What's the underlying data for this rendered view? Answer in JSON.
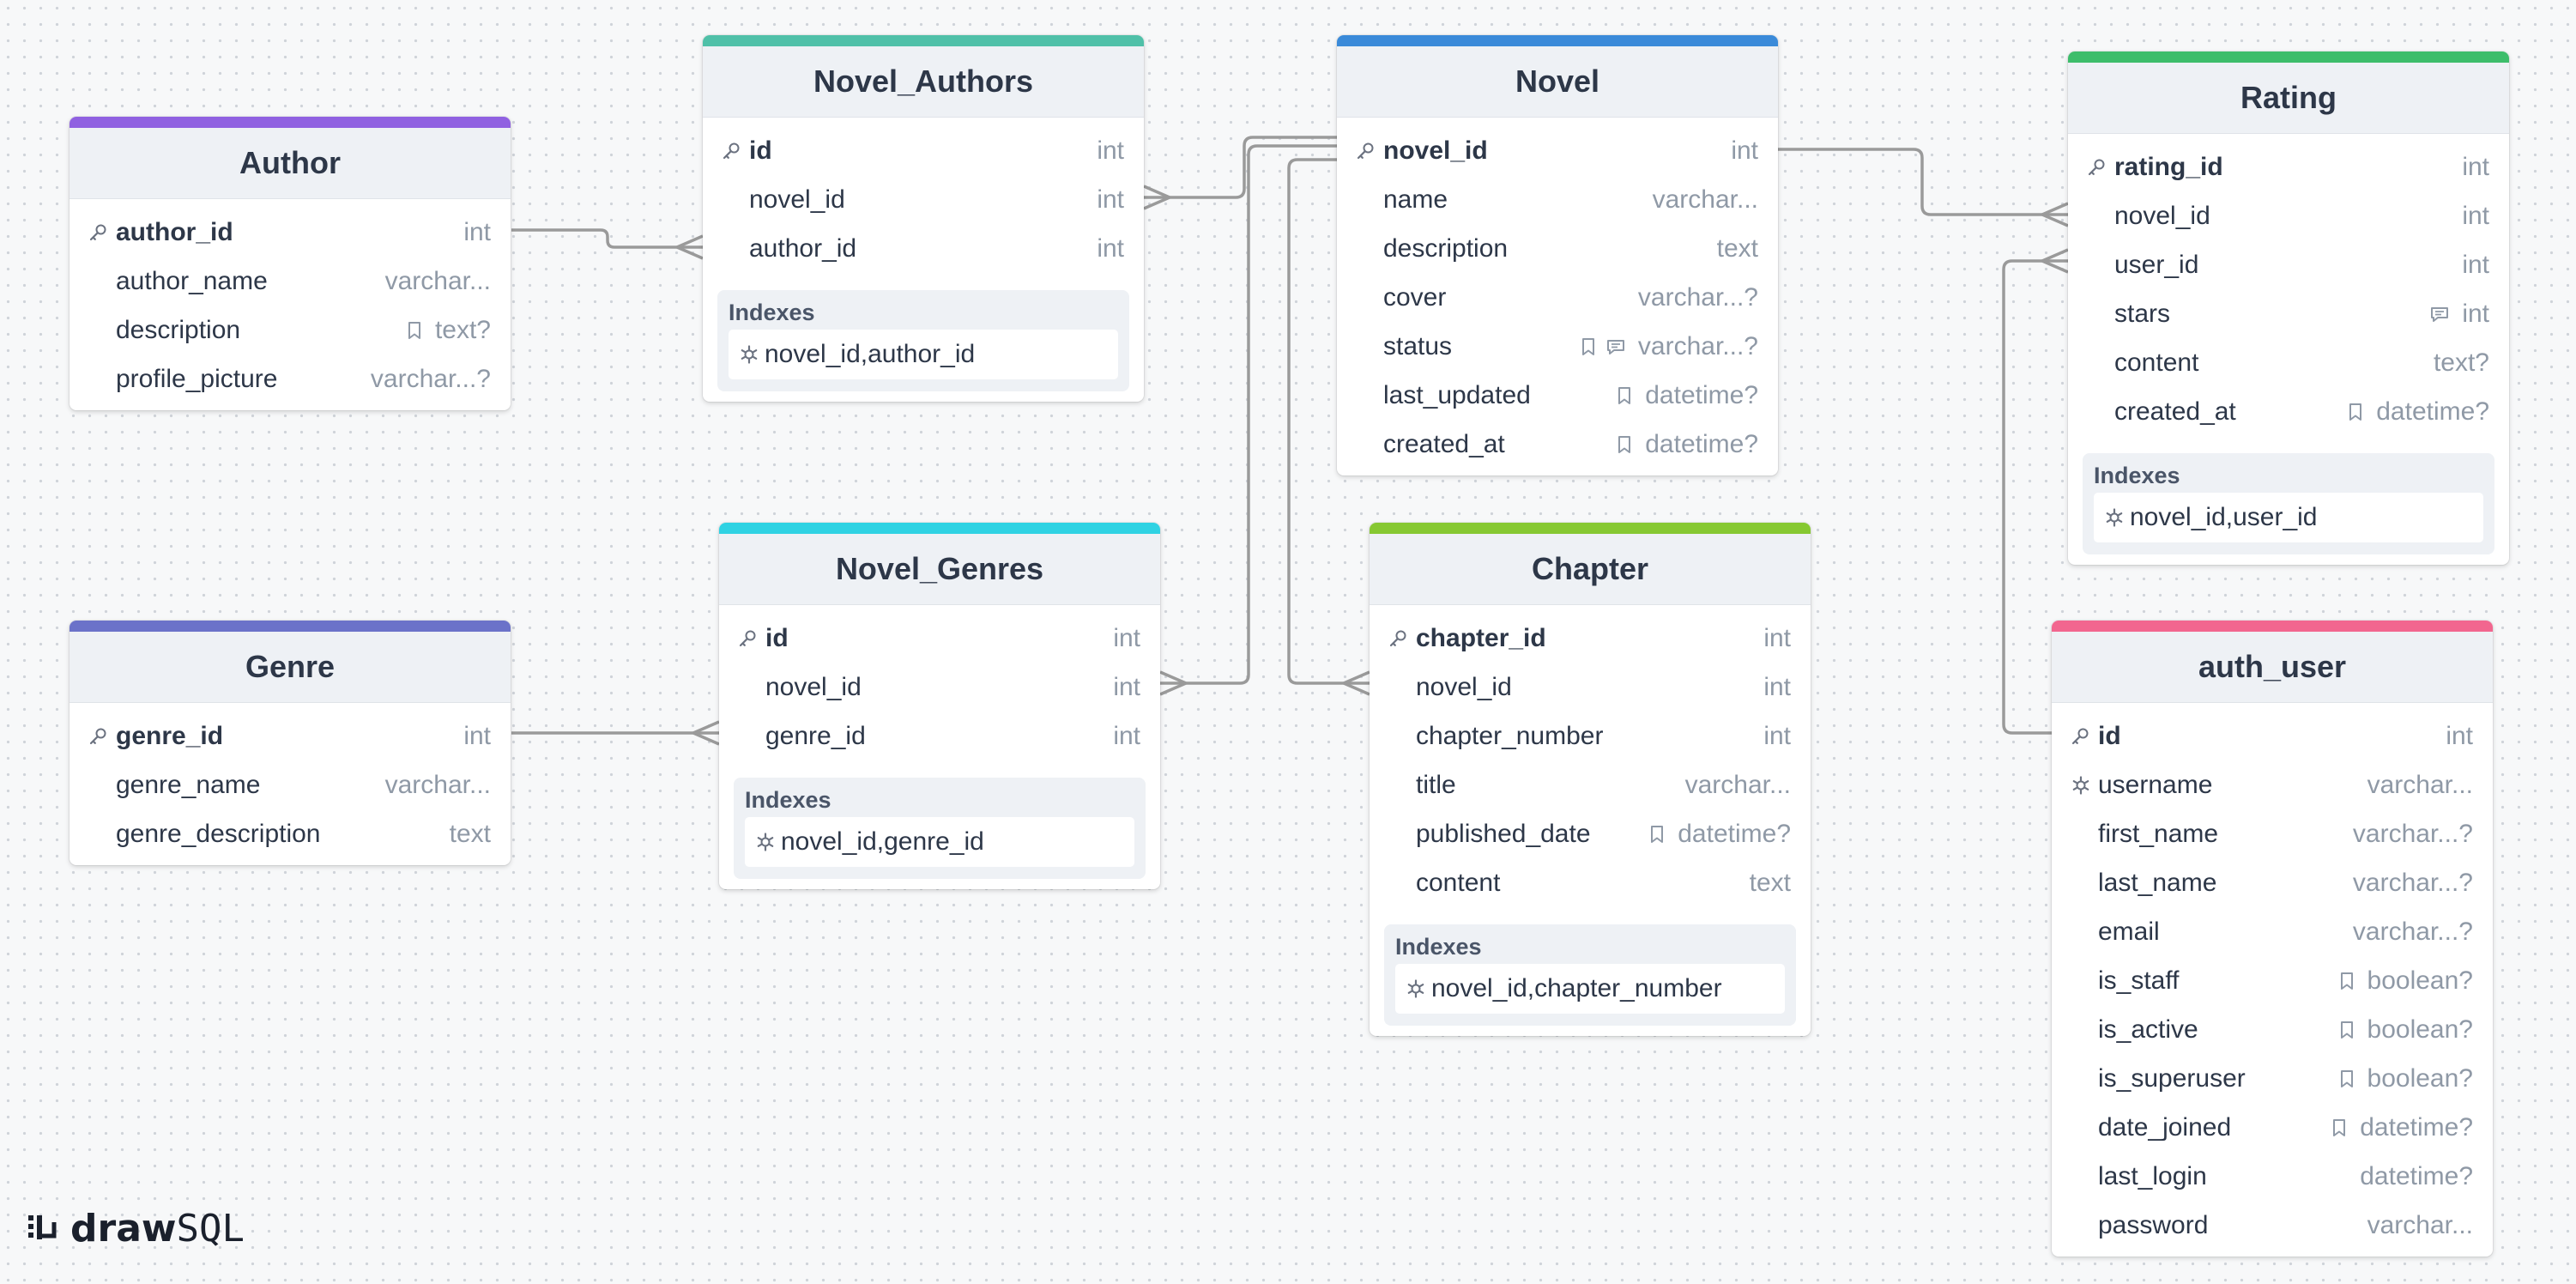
{
  "app": {
    "logo_bold": "draw",
    "logo_light": "SQL"
  },
  "tables": {
    "author": {
      "title": "Author",
      "color": "#9061e1",
      "columns": [
        {
          "name": "author_id",
          "type": "int",
          "pk": true
        },
        {
          "name": "author_name",
          "type": "varchar..."
        },
        {
          "name": "description",
          "type": "text?",
          "icons": [
            "bookmark-icon"
          ]
        },
        {
          "name": "profile_picture",
          "type": "varchar...?"
        }
      ]
    },
    "genre": {
      "title": "Genre",
      "color": "#6b72c9",
      "columns": [
        {
          "name": "genre_id",
          "type": "int",
          "pk": true
        },
        {
          "name": "genre_name",
          "type": "varchar..."
        },
        {
          "name": "genre_description",
          "type": "text"
        }
      ]
    },
    "novel_authors": {
      "title": "Novel_Authors",
      "color": "#4fc0a8",
      "columns": [
        {
          "name": "id",
          "type": "int",
          "pk": true
        },
        {
          "name": "novel_id",
          "type": "int"
        },
        {
          "name": "author_id",
          "type": "int"
        }
      ],
      "indexes_title": "Indexes",
      "indexes": [
        "novel_id,author_id"
      ]
    },
    "novel_genres": {
      "title": "Novel_Genres",
      "color": "#2fd2e3",
      "columns": [
        {
          "name": "id",
          "type": "int",
          "pk": true
        },
        {
          "name": "novel_id",
          "type": "int"
        },
        {
          "name": "genre_id",
          "type": "int"
        }
      ],
      "indexes_title": "Indexes",
      "indexes": [
        "novel_id,genre_id"
      ]
    },
    "novel": {
      "title": "Novel",
      "color": "#3a8ad9",
      "columns": [
        {
          "name": "novel_id",
          "type": "int",
          "pk": true
        },
        {
          "name": "name",
          "type": "varchar..."
        },
        {
          "name": "description",
          "type": "text"
        },
        {
          "name": "cover",
          "type": "varchar...?"
        },
        {
          "name": "status",
          "type": "varchar...?",
          "icons": [
            "bookmark-icon",
            "comment-icon"
          ]
        },
        {
          "name": "last_updated",
          "type": "datetime?",
          "icons": [
            "bookmark-icon"
          ]
        },
        {
          "name": "created_at",
          "type": "datetime?",
          "icons": [
            "bookmark-icon"
          ]
        }
      ]
    },
    "chapter": {
      "title": "Chapter",
      "color": "#86c832",
      "columns": [
        {
          "name": "chapter_id",
          "type": "int",
          "pk": true
        },
        {
          "name": "novel_id",
          "type": "int"
        },
        {
          "name": "chapter_number",
          "type": "int"
        },
        {
          "name": "title",
          "type": "varchar..."
        },
        {
          "name": "published_date",
          "type": "datetime?",
          "icons": [
            "bookmark-icon"
          ]
        },
        {
          "name": "content",
          "type": "text"
        }
      ],
      "indexes_title": "Indexes",
      "indexes": [
        "novel_id,chapter_number"
      ]
    },
    "rating": {
      "title": "Rating",
      "color": "#3dbd6b",
      "columns": [
        {
          "name": "rating_id",
          "type": "int",
          "pk": true
        },
        {
          "name": "novel_id",
          "type": "int"
        },
        {
          "name": "user_id",
          "type": "int"
        },
        {
          "name": "stars",
          "type": "int",
          "icons": [
            "comment-icon"
          ]
        },
        {
          "name": "content",
          "type": "text?"
        },
        {
          "name": "created_at",
          "type": "datetime?",
          "icons": [
            "bookmark-icon"
          ]
        }
      ],
      "indexes_title": "Indexes",
      "indexes": [
        "novel_id,user_id"
      ]
    },
    "auth_user": {
      "title": "auth_user",
      "color": "#f2668f",
      "columns": [
        {
          "name": "id",
          "type": "int",
          "pk": true
        },
        {
          "name": "username",
          "type": "varchar...",
          "unique": true
        },
        {
          "name": "first_name",
          "type": "varchar...?"
        },
        {
          "name": "last_name",
          "type": "varchar...?"
        },
        {
          "name": "email",
          "type": "varchar...?"
        },
        {
          "name": "is_staff",
          "type": "boolean?",
          "icons": [
            "bookmark-icon"
          ]
        },
        {
          "name": "is_active",
          "type": "boolean?",
          "icons": [
            "bookmark-icon"
          ]
        },
        {
          "name": "is_superuser",
          "type": "boolean?",
          "icons": [
            "bookmark-icon"
          ]
        },
        {
          "name": "date_joined",
          "type": "datetime?",
          "icons": [
            "bookmark-icon"
          ]
        },
        {
          "name": "last_login",
          "type": "datetime?"
        },
        {
          "name": "password",
          "type": "varchar..."
        }
      ]
    }
  }
}
